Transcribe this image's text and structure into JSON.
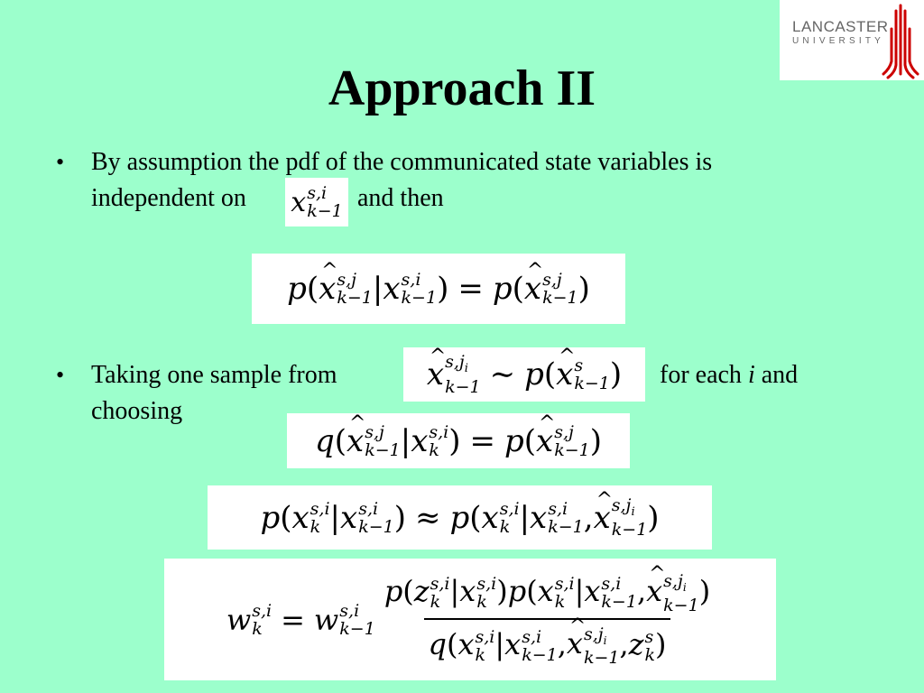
{
  "logo": {
    "text_top": "LANCASTER",
    "text_bottom": "UNIVERSITY",
    "accent_color": "#cc0000"
  },
  "title": "Approach II",
  "bullets": [
    {
      "line1": "By assumption the pdf of the communicated state variables is",
      "line2_before": "independent on",
      "line2_after": "and then"
    },
    {
      "line1_before": "Taking one sample from",
      "line1_after_pre": "for each",
      "line1_after_var": "i",
      "line1_after_post": "and",
      "line2": "choosing"
    }
  ]
}
